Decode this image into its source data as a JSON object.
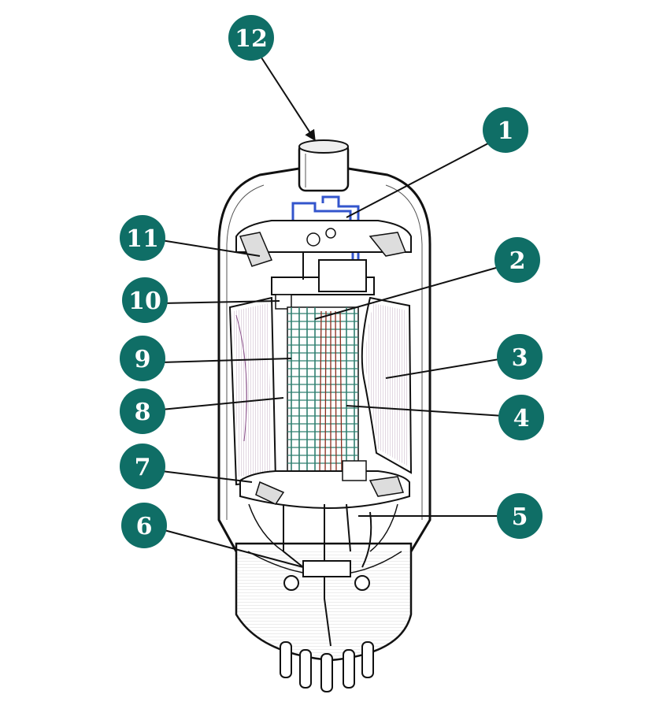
{
  "diagram": {
    "subject": "vacuum tube cutaway",
    "badge_color": "#0f6e66",
    "badge_text_color": "#ffffff",
    "leader_color": "#111111",
    "glass_color": "#222222",
    "plate_color": "#8a4f8a",
    "grid_color": "#2f7f6f",
    "getter_color": "#3355cc",
    "filament_color": "#8b2a1a",
    "labels": [
      "1",
      "2",
      "3",
      "4",
      "5",
      "6",
      "7",
      "8",
      "9",
      "10",
      "11",
      "12"
    ]
  }
}
